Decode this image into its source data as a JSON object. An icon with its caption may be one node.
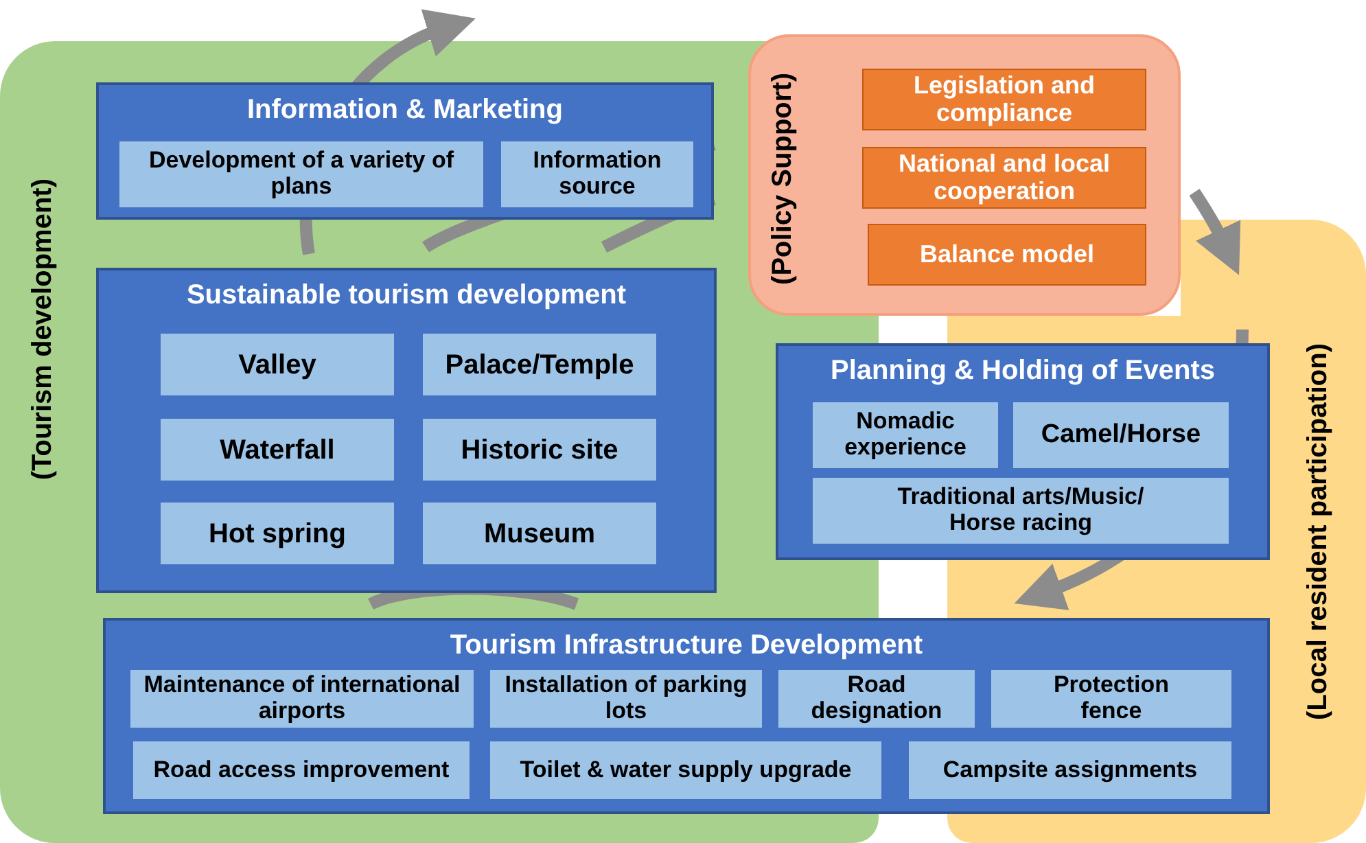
{
  "diagram": {
    "nodes": [
      {
        "text": [
          "(Tourism development)"
        ]
      },
      {
        "text": [
          "Information & Marketing"
        ],
        "in": 0
      },
      {
        "text": [
          "Development of a variety of plans"
        ],
        "in": 1
      },
      {
        "text": [
          "Information source"
        ],
        "in": 1
      },
      {
        "text": [
          "Sustainable tourism development"
        ],
        "in": 0
      },
      {
        "text": [
          "Valley"
        ],
        "in": 4
      },
      {
        "text": [
          "Palace/Temple"
        ],
        "in": 4
      },
      {
        "text": [
          "Waterfall"
        ],
        "in": 4
      },
      {
        "text": [
          "Historic site"
        ],
        "in": 4
      },
      {
        "text": [
          "Hot spring"
        ],
        "in": 4
      },
      {
        "text": [
          "Museum"
        ],
        "in": 4
      },
      {
        "text": [
          "(Policy Support)"
        ]
      },
      {
        "text": [
          "Legislation and compliance"
        ],
        "in": 11
      },
      {
        "text": [
          "National and local cooperation"
        ],
        "in": 11
      },
      {
        "text": [
          "Balance model"
        ],
        "in": 11
      },
      {
        "text": [
          "(Local resident participation)"
        ]
      },
      {
        "text": [
          "Planning & Holding of Events"
        ]
      },
      {
        "text": [
          "Nomadic experience"
        ],
        "in": 16
      },
      {
        "text": [
          "Camel/Horse"
        ],
        "in": 16
      },
      {
        "text": [
          "Traditional arts/Music/ Horse racing"
        ],
        "in": 16
      },
      {
        "text": [
          "Tourism Infrastructure Development"
        ]
      },
      {
        "text": [
          "Maintenance of international airports"
        ],
        "in": 20
      },
      {
        "text": [
          "Installation of parking lots"
        ],
        "in": 20
      },
      {
        "text": [
          "Road designation"
        ],
        "in": 20
      },
      {
        "text": [
          "Protection fence"
        ],
        "in": 20
      },
      {
        "text": [
          "Road access improvement"
        ],
        "in": 20
      },
      {
        "text": [
          "Toilet & water supply upgrade"
        ],
        "in": 20
      },
      {
        "text": [
          "Campsite assignments"
        ],
        "in": 20
      }
    ]
  }
}
